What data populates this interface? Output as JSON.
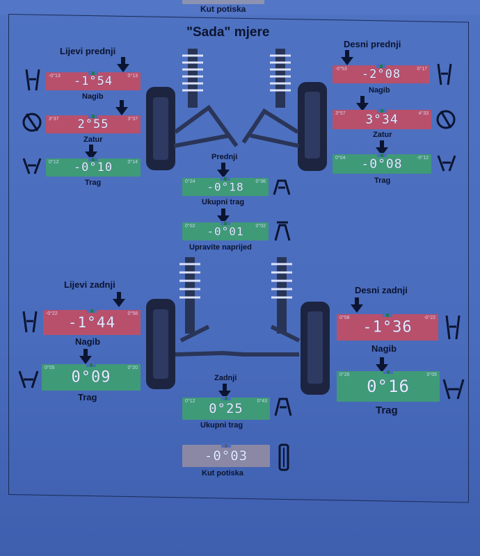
{
  "top": {
    "label": "Kut potiska"
  },
  "title": "\"Sada\" mjere",
  "front": {
    "left": {
      "header": "Lijevi prednji",
      "camber": {
        "label": "Nagib",
        "value": "-1°54",
        "min": "-0°13",
        "max": "0°13"
      },
      "caster": {
        "label": "Zatur",
        "value": "2°55",
        "min": "3°37",
        "max": "3°37"
      },
      "toe": {
        "label": "Trag",
        "value": "-0°10",
        "min": "0°12",
        "max": "0°14"
      }
    },
    "right": {
      "header": "Desni prednji",
      "camber": {
        "label": "Nagib",
        "value": "-2°08",
        "min": "-0°53",
        "max": "0°17"
      },
      "caster": {
        "label": "Zatur",
        "value": "3°34",
        "min": "3°57",
        "max": "4°33"
      },
      "toe": {
        "label": "Trag",
        "value": "-0°08",
        "min": "0°04",
        "max": "-0°12"
      }
    },
    "total": {
      "header": "Prednji",
      "label": "Ukupni trag",
      "value": "-0°18",
      "min": "0°24",
      "max": "0°36"
    },
    "steer": {
      "label": "Upravite naprijed",
      "value": "-0°01",
      "min": "0°02",
      "max": "0°02"
    }
  },
  "rear": {
    "left": {
      "header": "Lijevi zadnji",
      "camber": {
        "label": "Nagib",
        "value": "-1°44",
        "min": "-0°22",
        "max": "0°58"
      },
      "toe": {
        "label": "Trag",
        "value": "0°09",
        "min": "0°05",
        "max": "0°20"
      }
    },
    "right": {
      "header": "Desni zadnji",
      "camber": {
        "label": "Nagib",
        "value": "-1°36",
        "min": "0°58",
        "max": "-0°22"
      },
      "toe": {
        "label": "Trag",
        "value": "0°16",
        "min": "0°20",
        "max": "0°05"
      }
    },
    "total": {
      "header": "Zadnji",
      "label": "Ukupni trag",
      "value": "0°25",
      "min": "0°12",
      "max": "0°43"
    }
  },
  "thrust": {
    "label": "Kut potiska",
    "value": "-0°03"
  },
  "colors": {
    "out_of_spec": "#b8506c",
    "in_spec": "#3f9a78",
    "neutral": "#8a88a4"
  }
}
